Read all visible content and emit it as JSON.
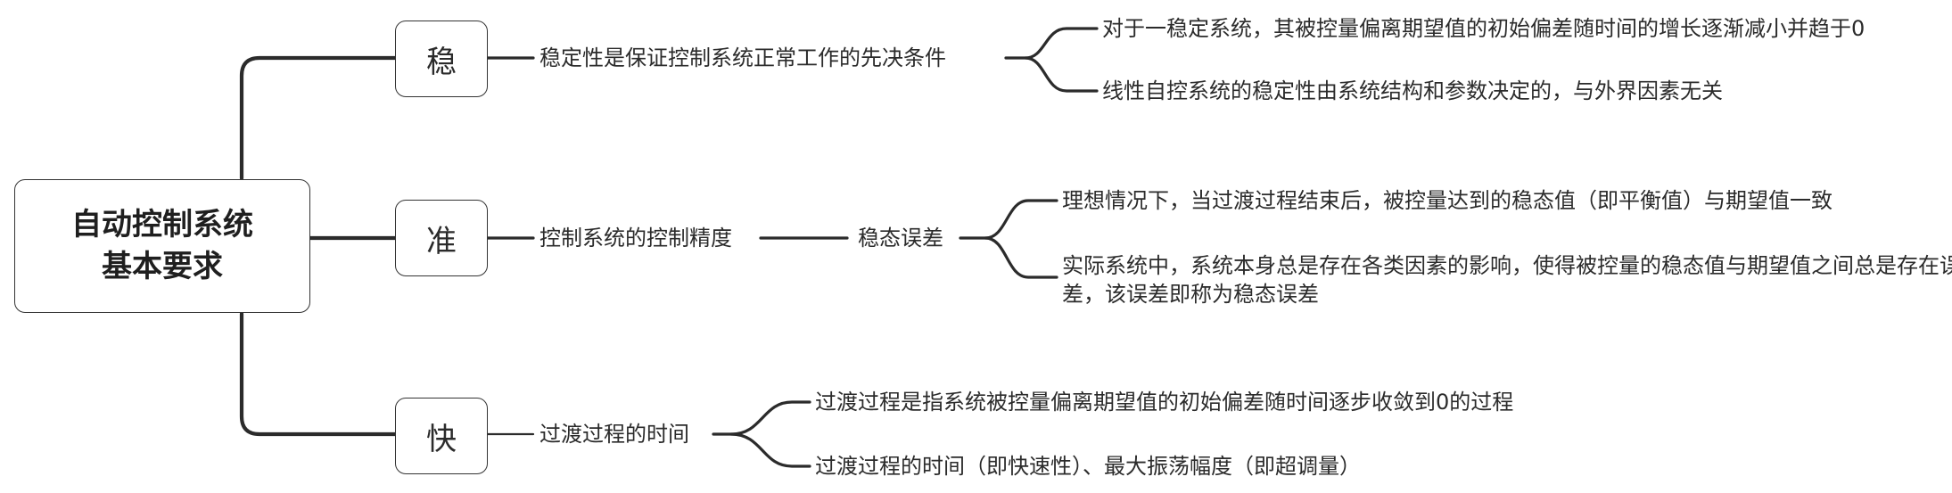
{
  "root": {
    "line1": "自动控制系统",
    "line2": "基本要求"
  },
  "branches": {
    "stability": {
      "label": "稳",
      "description": "稳定性是保证控制系统正常工作的先决条件",
      "details": [
        "对于一稳定系统，其被控量偏离期望值的初始偏差随时间的增长逐渐减小并趋于0",
        "线性自控系统的稳定性由系统结构和参数决定的，与外界因素无关"
      ]
    },
    "accuracy": {
      "label": "准",
      "description": "控制系统的控制精度",
      "subtopic": "稳态误差",
      "details": [
        "理想情况下，当过渡过程结束后，被控量达到的稳态值（即平衡值）与期望值一致",
        "实际系统中，系统本身总是存在各类因素的影响，使得被控量的稳态值与期望值之间总是存在误差，该误差即称为稳态误差"
      ]
    },
    "rapidity": {
      "label": "快",
      "description": "过渡过程的时间",
      "details": [
        "过渡过程是指系统被控量偏离期望值的初始偏差随时间逐步收敛到0的过程",
        "过渡过程的时间（即快速性）、最大振荡幅度（即超调量）"
      ]
    }
  }
}
